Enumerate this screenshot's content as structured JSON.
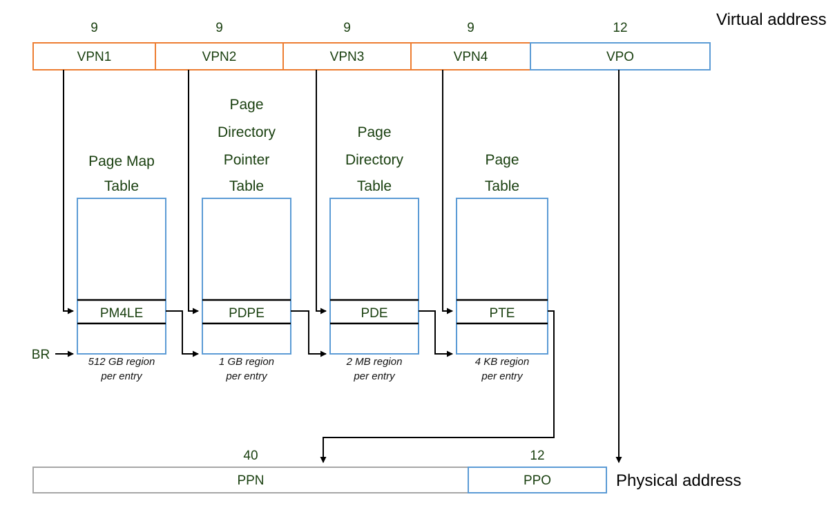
{
  "diagram": {
    "title_virtual": "Virtual address",
    "title_physical": "Physical address",
    "base_register": "BR",
    "virtual_address": {
      "fields": [
        {
          "name": "VPN1",
          "bits": "9"
        },
        {
          "name": "VPN2",
          "bits": "9"
        },
        {
          "name": "VPN3",
          "bits": "9"
        },
        {
          "name": "VPN4",
          "bits": "9"
        },
        {
          "name": "VPO",
          "bits": "12"
        }
      ]
    },
    "physical_address": {
      "fields": [
        {
          "name": "PPN",
          "bits": "40"
        },
        {
          "name": "PPO",
          "bits": "12"
        }
      ]
    },
    "tables": [
      {
        "title_lines": [
          "Page Map",
          "Table"
        ],
        "entry": "PM4LE",
        "region_lines": [
          "512 GB region",
          "per entry"
        ]
      },
      {
        "title_lines": [
          "Page",
          "Directory",
          "Pointer",
          "Table"
        ],
        "entry": "PDPE",
        "region_lines": [
          "1 GB region",
          "per entry"
        ]
      },
      {
        "title_lines": [
          "Page",
          "Directory",
          "Table"
        ],
        "entry": "PDE",
        "region_lines": [
          "2 MB region",
          "per entry"
        ]
      },
      {
        "title_lines": [
          "Page",
          "Table"
        ],
        "entry": "PTE",
        "region_lines": [
          "4 KB region",
          "per entry"
        ]
      }
    ],
    "colors": {
      "vpn_border": "#ED7D31",
      "vpo_border": "#5B9BD5",
      "table_border": "#5B9BD5",
      "ppn_border": "#A6A6A6",
      "text_green": "#1A4010",
      "arrow": "#000000"
    }
  }
}
